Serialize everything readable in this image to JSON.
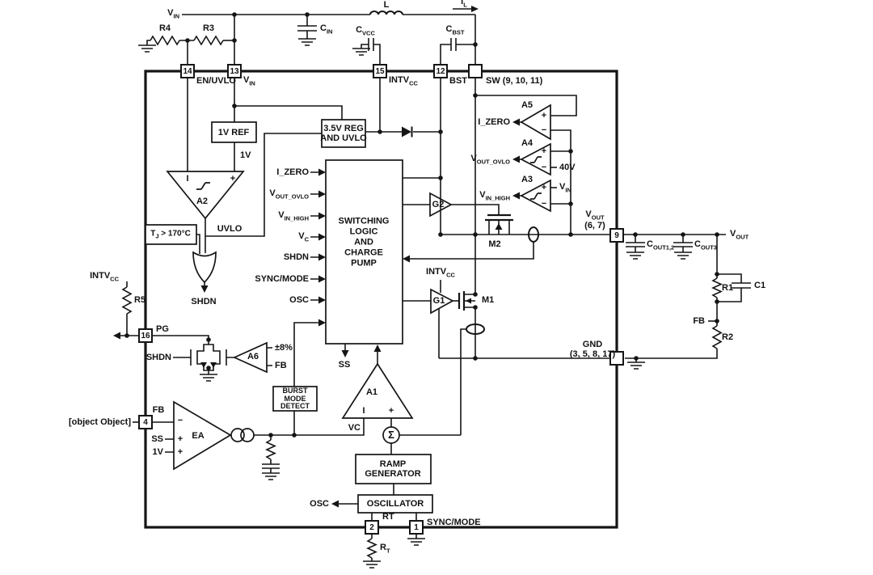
{
  "sym": {
    "plus": "+",
    "minus": "−",
    "bar": "I",
    "sigma": "Σ"
  },
  "external": {
    "vin": {
      "b": "V",
      "s": "IN"
    },
    "r4": {
      "t": "R4"
    },
    "r3": {
      "t": "R3"
    },
    "cin": {
      "b": "C",
      "s": "IN"
    },
    "l": {
      "t": "L"
    },
    "il": {
      "b": "I",
      "s": "L"
    },
    "cvcc": {
      "b": "C",
      "s": "VCC"
    },
    "cbst": {
      "b": "C",
      "s": "BST"
    },
    "cout12": {
      "b": "C",
      "s": "OUT1,2"
    },
    "cout3": {
      "b": "C",
      "s": "OUT3"
    },
    "vout": {
      "b": "V",
      "s": "OUT"
    },
    "r1": {
      "t": "R1"
    },
    "c1": {
      "t": "C1"
    },
    "r2": {
      "t": "R2"
    },
    "fb_div": {
      "t": "FB"
    },
    "rt_res": {
      "b": "R",
      "s": "T"
    },
    "fb_ext": {
      "t": "FB"
    },
    "intvcc_left": {
      "b": "INTV",
      "s": "CC"
    },
    "r5": {
      "t": "R5"
    }
  },
  "pins": {
    "p14": {
      "num": "14",
      "name": "EN/UVLO"
    },
    "p13": {
      "num": "13",
      "name": {
        "b": "V",
        "s": "IN"
      }
    },
    "p15": {
      "num": "15",
      "name": {
        "b": "INTV",
        "s": "CC"
      }
    },
    "p12": {
      "num": "12",
      "name": "BST"
    },
    "sw": {
      "name": "SW (9, 10, 11)"
    },
    "p9": {
      "num": "9",
      "name": {
        "b": "V",
        "s": "OUT"
      },
      "name2": "(6, 7)"
    },
    "gnd": {
      "name": "GND",
      "name2": "(3, 5, 8, 17)"
    },
    "p16": {
      "num": "16",
      "name": "PG"
    },
    "p4": {
      "num": "4",
      "name": "FB"
    },
    "p2": {
      "num": "2",
      "name": "RT"
    },
    "p1": {
      "num": "1",
      "name": "SYNC/MODE"
    }
  },
  "blocks": {
    "ref1v": "1V REF",
    "reg35": "3.5V REG\nAND UVLO",
    "logic": "SWITCHING\nLOGIC\nAND\nCHARGE\nPUMP",
    "burst": "BURST\nMODE\nDETECT",
    "ramp": "RAMP\nGENERATOR",
    "oscillator": "OSCILLATOR",
    "tj": {
      "b": "T",
      "s": "J",
      "r": " > 170°C"
    }
  },
  "signals": {
    "ref_1v": "1V",
    "uvlo": "UVLO",
    "shdn_or": "SHDN",
    "in_izero": "I_ZERO",
    "in_vout_ovlo": {
      "b": "V",
      "s": "OUT_OVLO"
    },
    "in_vin_high": {
      "b": "V",
      "s": "IN_HIGH"
    },
    "in_vc": {
      "b": "V",
      "s": "C"
    },
    "in_shdn": "SHDN",
    "in_syncmode": "SYNC/MODE",
    "in_osc": "OSC",
    "ss_out": "SS",
    "out_izero": "I_ZERO",
    "out_vout_ovlo": {
      "b": "V",
      "s": "OUT_OVLO"
    },
    "out_vin_high": {
      "b": "V",
      "s": "IN_HIGH"
    },
    "v40": "40V",
    "vin_a3": {
      "b": "V",
      "s": "IN"
    },
    "intvcc_g1": {
      "b": "INTV",
      "s": "CC"
    },
    "shdn_fet": "SHDN",
    "pm8": "±8%",
    "fb_a6": "FB",
    "fb_int": "FB",
    "ss_ea": "SS",
    "v1_ea": "1V",
    "vc_notch": "VC",
    "osc_out": "OSC"
  },
  "devices": {
    "a1": "A1",
    "a2": "A2",
    "a3": "A3",
    "a4": "A4",
    "a5": "A5",
    "a6": "A6",
    "ea": "EA",
    "g1": "G1",
    "g2": "G2",
    "m1": "M1",
    "m2": "M2"
  },
  "colors": {
    "line": "#151515",
    "bg": "#ffffff"
  }
}
